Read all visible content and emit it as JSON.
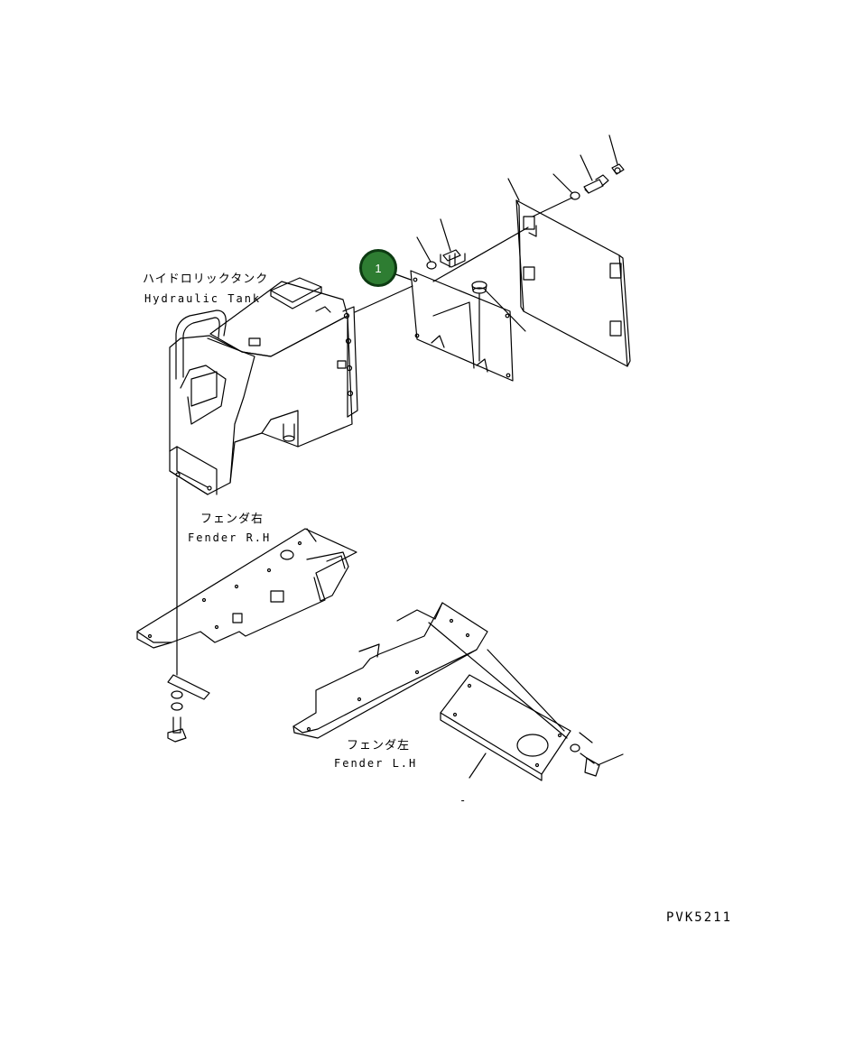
{
  "callouts": [
    {
      "number": "1",
      "color": "#2e7d32"
    }
  ],
  "labels": {
    "hydraulic_tank_jp": "ハイドロリックタンク",
    "hydraulic_tank_en": "Hydraulic Tank",
    "fender_rh_jp": "フェンダ右",
    "fender_rh_en": "Fender R.H",
    "fender_lh_jp": "フェンダ左",
    "fender_lh_en": "Fender L.H",
    "drawing_code": "PVK5211",
    "small_mark": "-"
  }
}
